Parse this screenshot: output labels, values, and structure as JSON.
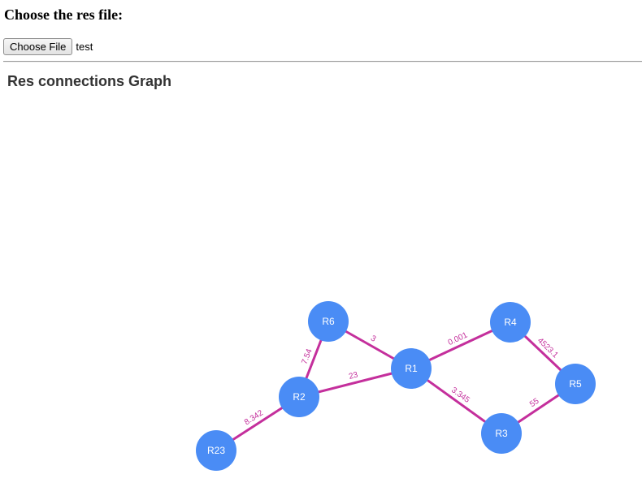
{
  "header": {
    "title": "Choose the res file:"
  },
  "file_input": {
    "button_label": "Choose File",
    "file_name": "test"
  },
  "graph": {
    "title": "Res connections Graph",
    "colors": {
      "node": "#4a8cf5",
      "edge": "#c42f9c",
      "label": "#c42f9c"
    },
    "nodes": [
      {
        "id": "R6"
      },
      {
        "id": "R1"
      },
      {
        "id": "R4"
      },
      {
        "id": "R5"
      },
      {
        "id": "R2"
      },
      {
        "id": "R3"
      },
      {
        "id": "R23"
      }
    ],
    "edges": [
      {
        "from": "R6",
        "to": "R1",
        "label": "3"
      },
      {
        "from": "R6",
        "to": "R2",
        "label": "7.54"
      },
      {
        "from": "R2",
        "to": "R1",
        "label": "23"
      },
      {
        "from": "R1",
        "to": "R4",
        "label": "0.001"
      },
      {
        "from": "R1",
        "to": "R3",
        "label": "3.345"
      },
      {
        "from": "R4",
        "to": "R5",
        "label": "4523.1"
      },
      {
        "from": "R3",
        "to": "R5",
        "label": "55"
      },
      {
        "from": "R2",
        "to": "R23",
        "label": "8.342"
      }
    ]
  }
}
